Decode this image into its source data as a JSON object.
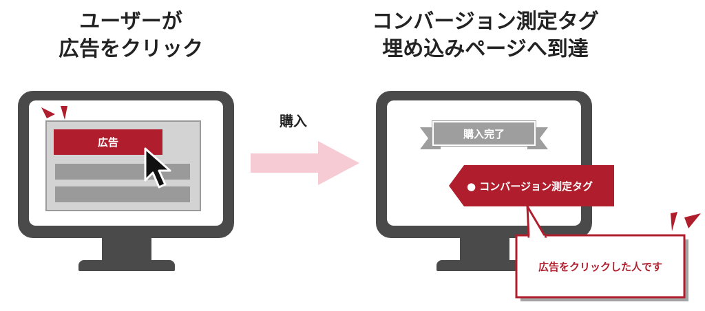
{
  "left_heading": {
    "line1": "ユーザーが",
    "line2": "広告をクリック"
  },
  "right_heading": {
    "line1": "コンバージョン測定タグ",
    "line2": "埋め込みページへ到達"
  },
  "left_monitor": {
    "ad_label": "広告"
  },
  "step": {
    "label": "購入"
  },
  "right_monitor": {
    "ribbon_label": "購入完了",
    "tag_label": "● コンバージョン測定タグ",
    "callout_label": "広告をクリックした人です"
  },
  "colors": {
    "accent_red": "#b01e2e",
    "monitor_dark": "#4a4a4a",
    "arrow_pink": "#f6cbd3",
    "ribbon_grey": "#9e9e9e"
  }
}
